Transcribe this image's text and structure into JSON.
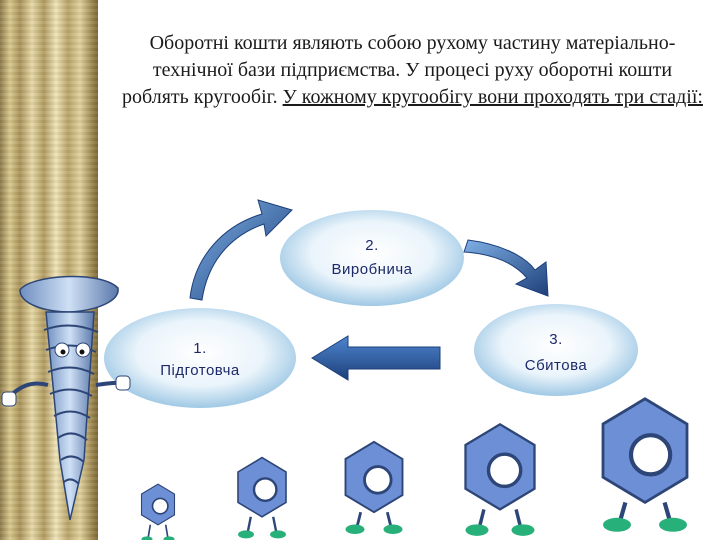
{
  "paragraph": {
    "plain": "Оборотні кошти являють собою рухому частину матеріально-технічної бази підприємства. У процесі руху оборотні кошти роблять кругообіг. ",
    "underlined": "У кожному кругообігу вони проходять три стадії:"
  },
  "stages": [
    {
      "number": "1.",
      "name": "Підготовча"
    },
    {
      "number": "2.",
      "name": "Виробнича"
    },
    {
      "number": "3.",
      "name": "Сбитова"
    }
  ],
  "colors": {
    "ellipse_inner": "#ffffff",
    "ellipse_outer": "#8fbfe0",
    "arrow": "#2f6fb8",
    "arrow_dark": "#1d3f7a",
    "nut": "#6d8fd6",
    "nut_dark": "#3b5aa8"
  },
  "decor": {
    "screw": "screw-mascot-icon",
    "nuts": "walking-nut-icon"
  }
}
